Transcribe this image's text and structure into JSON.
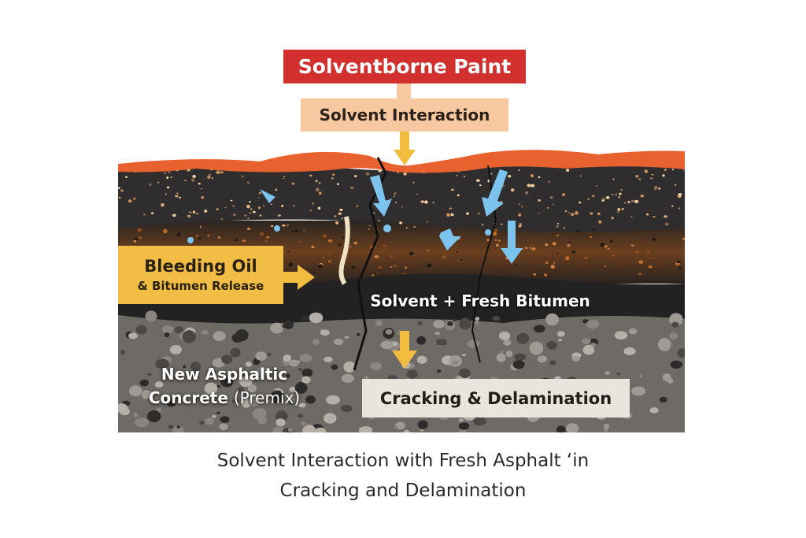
{
  "diagram": {
    "source_label": "Solventborne Paint",
    "process_label": "Solvent Interaction",
    "side_label": {
      "line1": "Bleeding Oil",
      "line2": "& Bitumen Release"
    },
    "mixture_label": "Solvent + Fresh Bitumen",
    "substrate_label": {
      "line1": "New Asphaltic",
      "line2a": "Concrete",
      "line2b": "(Premix)"
    },
    "result_label": "Cracking & Delamination",
    "caption": {
      "line1": "Solvent Interaction with Fresh Asphalt ‘in",
      "line2": "Cracking and Delamination"
    }
  },
  "colors": {
    "paint_red": "#d1302f",
    "interaction_peach": "#f8c8a0",
    "arrow_yellow": "#f2bd3f",
    "solvent_blue": "#7cc4ee",
    "paint_layer_orange": "#e8622f"
  }
}
